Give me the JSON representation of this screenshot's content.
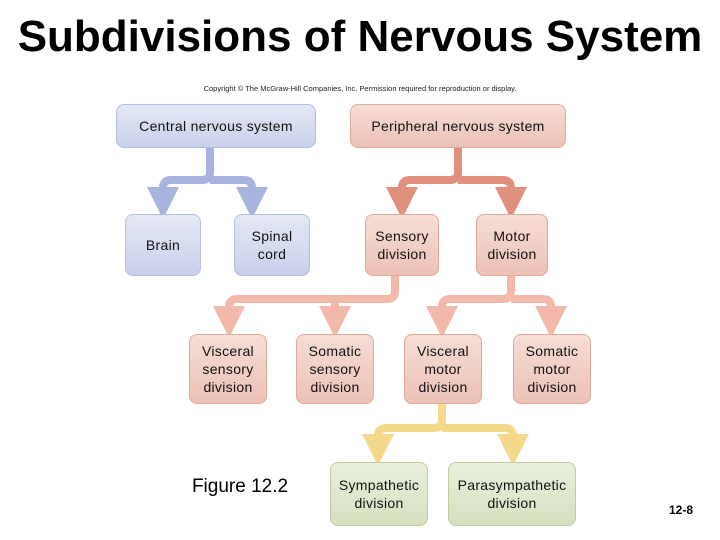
{
  "title": "Subdivisions of Nervous System",
  "copyright": "Copyright © The McGraw-Hill Companies, Inc. Permission required for reproduction or display.",
  "nodes": {
    "cns": "Central nervous system",
    "pns": "Peripheral nervous system",
    "brain": "Brain",
    "spinal_cord": "Spinal\ncord",
    "sensory_division": "Sensory\ndivision",
    "motor_division": "Motor\ndivision",
    "visceral_sensory": "Visceral\nsensory\ndivision",
    "somatic_sensory": "Somatic\nsensory\ndivision",
    "visceral_motor": "Visceral\nmotor\ndivision",
    "somatic_motor": "Somatic\nmotor\ndivision",
    "sympathetic": "Sympathetic\ndivision",
    "parasympathetic": "Parasympathetic\ndivision"
  },
  "figure_label": "Figure 12.2",
  "page_number": "12-8",
  "colors": {
    "cns_connector": "#a9b3df",
    "pns_connector": "#e0907c",
    "sensory_connector": "#f2b9ab",
    "motor_connector": "#f2b9ab",
    "autonomic_connector": "#f5d98a"
  }
}
